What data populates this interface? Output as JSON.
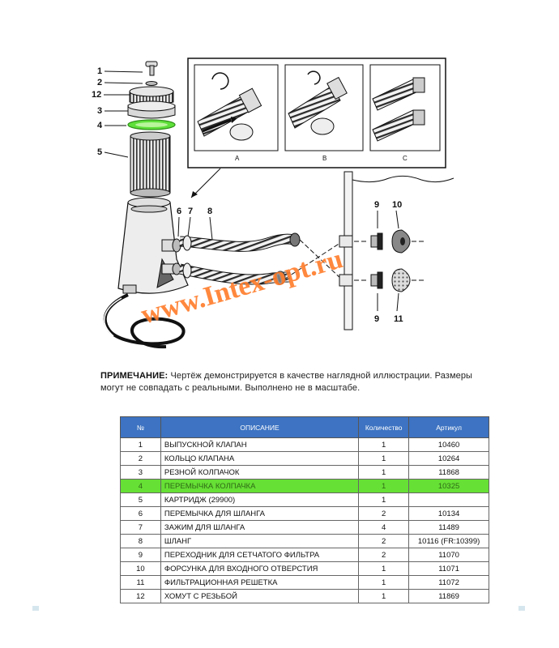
{
  "diagram": {
    "callouts": [
      "1",
      "2",
      "12",
      "3",
      "4",
      "5",
      "6",
      "7",
      "8",
      "9",
      "10",
      "9",
      "11"
    ],
    "panels": [
      "A",
      "B",
      "C"
    ],
    "highlight_color": "#5fe03a"
  },
  "watermark": "www.Intex-opt.ru",
  "note": {
    "label": "ПРИМЕЧАНИЕ:",
    "line1": "Чертёж демонстрируется в качестве наглядной иллюстрации. Размеры",
    "line2": "могут не совпадать с реальными. Выполнено не в масштабе."
  },
  "table": {
    "header_color": "#3d73c2",
    "highlight_color": "#66e035",
    "headers": [
      "№",
      "ОПИСАНИЕ",
      "Количество",
      "Артикул"
    ],
    "rows": [
      {
        "n": "1",
        "desc": "ВЫПУСКНОЙ КЛАПАН",
        "qty": "1",
        "sku": "10460"
      },
      {
        "n": "2",
        "desc": "КОЛЬЦО КЛАПАНА",
        "qty": "1",
        "sku": "10264"
      },
      {
        "n": "3",
        "desc": "РЕЗНОЙ КОЛПАЧОК",
        "qty": "1",
        "sku": "11868"
      },
      {
        "n": "4",
        "desc": "ПЕРЕМЫЧКА КОЛПАЧКА",
        "qty": "1",
        "sku": "10325",
        "highlight": true
      },
      {
        "n": "5",
        "desc": "КАРТРИДЖ (29900)",
        "qty": "1",
        "sku": ""
      },
      {
        "n": "6",
        "desc": "ПЕРЕМЫЧКА ДЛЯ ШЛАНГА",
        "qty": "2",
        "sku": "10134"
      },
      {
        "n": "7",
        "desc": "ЗАЖИМ ДЛЯ ШЛАНГА",
        "qty": "4",
        "sku": "11489"
      },
      {
        "n": "8",
        "desc": "ШЛАНГ",
        "qty": "2",
        "sku": "10116 (FR:10399)"
      },
      {
        "n": "9",
        "desc": "ПЕРЕХОДНИК ДЛЯ СЕТЧАТОГО ФИЛЬТРА",
        "qty": "2",
        "sku": "11070"
      },
      {
        "n": "10",
        "desc": "ФОРСУНКА ДЛЯ ВХОДНОГО ОТВЕРСТИЯ",
        "qty": "1",
        "sku": "11071"
      },
      {
        "n": "11",
        "desc": "ФИЛЬТРАЦИОННАЯ РЕШЕТКА",
        "qty": "1",
        "sku": "11072"
      },
      {
        "n": "12",
        "desc": "ХОМУТ С РЕЗЬБОЙ",
        "qty": "1",
        "sku": "11869"
      }
    ]
  }
}
